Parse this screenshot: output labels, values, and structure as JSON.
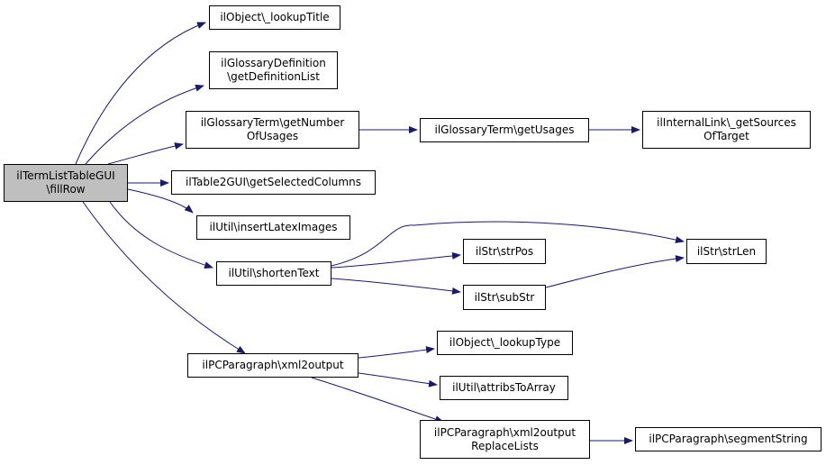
{
  "graph": {
    "colors": {
      "edge": "#191970",
      "root_fill": "#bfbfbf",
      "node_fill": "#ffffff",
      "border": "#000000"
    },
    "nodes": [
      {
        "id": "root",
        "label": "ilTermListTableGUI\n\\fillRow"
      },
      {
        "id": "lookupTitle",
        "label": "ilObject\\_lookupTitle"
      },
      {
        "id": "getDefinitionList",
        "label": "ilGlossaryDefinition\n\\getDefinitionList"
      },
      {
        "id": "getNumberOfUsages",
        "label": "ilGlossaryTerm\\getNumber\nOfUsages"
      },
      {
        "id": "getUsages",
        "label": "ilGlossaryTerm\\getUsages"
      },
      {
        "id": "getSourcesOfTarget",
        "label": "ilInternalLink\\_getSources\nOfTarget"
      },
      {
        "id": "getSelectedColumns",
        "label": "ilTable2GUI\\getSelectedColumns"
      },
      {
        "id": "insertLatexImages",
        "label": "ilUtil\\insertLatexImages"
      },
      {
        "id": "shortenText",
        "label": "ilUtil\\shortenText"
      },
      {
        "id": "strLen",
        "label": "ilStr\\strLen"
      },
      {
        "id": "strPos",
        "label": "ilStr\\strPos"
      },
      {
        "id": "subStr",
        "label": "ilStr\\subStr"
      },
      {
        "id": "xml2output",
        "label": "ilPCParagraph\\xml2output"
      },
      {
        "id": "lookupType",
        "label": "ilObject\\_lookupType"
      },
      {
        "id": "attribsToArray",
        "label": "ilUtil\\attribsToArray"
      },
      {
        "id": "xml2outputReplaceLists",
        "label": "ilPCParagraph\\xml2output\nReplaceLists"
      },
      {
        "id": "segmentString",
        "label": "ilPCParagraph\\segmentString"
      }
    ],
    "edges": [
      {
        "from": "root",
        "to": "lookupTitle"
      },
      {
        "from": "root",
        "to": "getDefinitionList"
      },
      {
        "from": "root",
        "to": "getNumberOfUsages"
      },
      {
        "from": "root",
        "to": "getSelectedColumns"
      },
      {
        "from": "root",
        "to": "insertLatexImages"
      },
      {
        "from": "root",
        "to": "shortenText"
      },
      {
        "from": "root",
        "to": "xml2output"
      },
      {
        "from": "getNumberOfUsages",
        "to": "getUsages"
      },
      {
        "from": "getUsages",
        "to": "getSourcesOfTarget"
      },
      {
        "from": "shortenText",
        "to": "strLen"
      },
      {
        "from": "shortenText",
        "to": "strPos"
      },
      {
        "from": "shortenText",
        "to": "subStr"
      },
      {
        "from": "subStr",
        "to": "strLen"
      },
      {
        "from": "xml2output",
        "to": "lookupType"
      },
      {
        "from": "xml2output",
        "to": "attribsToArray"
      },
      {
        "from": "xml2output",
        "to": "xml2outputReplaceLists"
      },
      {
        "from": "xml2outputReplaceLists",
        "to": "segmentString"
      }
    ]
  }
}
